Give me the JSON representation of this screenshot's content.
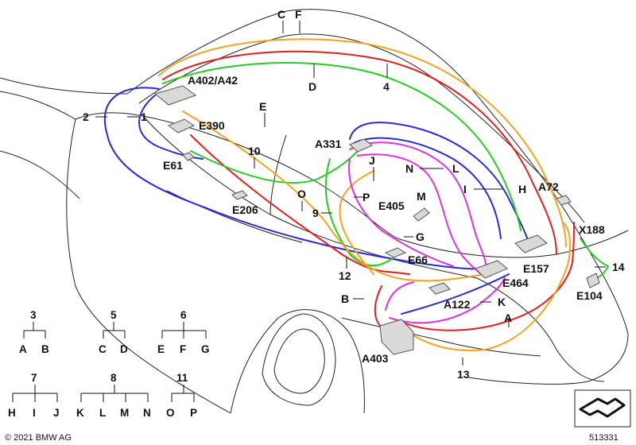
{
  "labels": {
    "C": "C",
    "F": "F",
    "D": "D",
    "n4": "4",
    "A402": "A402/A42",
    "E": "E",
    "n2": "2",
    "n1": "1",
    "E390": "E390",
    "n10": "10",
    "E61": "E61",
    "A331": "A331",
    "J": "J",
    "N": "N",
    "L": "L",
    "I": "I",
    "H": "H",
    "A72": "A72",
    "O": "O",
    "P": "P",
    "M": "M",
    "E405": "E405",
    "n9": "9",
    "E206": "E206",
    "G": "G",
    "X188": "X188",
    "E157": "E157",
    "E66": "E66",
    "n14": "14",
    "n12": "12",
    "E464": "E464",
    "E104": "E104",
    "B": "B",
    "A122": "A122",
    "K": "K",
    "A": "A",
    "A403": "A403",
    "n13": "13"
  },
  "legend": [
    {
      "parent": "3",
      "children": [
        "A",
        "B"
      ]
    },
    {
      "parent": "5",
      "children": [
        "C",
        "D"
      ]
    },
    {
      "parent": "6",
      "children": [
        "E",
        "F",
        "G"
      ]
    },
    {
      "parent": "7",
      "children": [
        "H",
        "I",
        "J"
      ]
    },
    {
      "parent": "8",
      "children": [
        "K",
        "L",
        "M",
        "N"
      ]
    },
    {
      "parent": "11",
      "children": [
        "O",
        "P"
      ]
    }
  ],
  "footer": {
    "copyright": "© 2021 BMW AG",
    "part_number": "513331"
  },
  "colors": {
    "blue": "#2a2ad8",
    "red": "#e02020",
    "green": "#22cc22",
    "orange": "#f2a320",
    "magenta": "#e030e0"
  }
}
